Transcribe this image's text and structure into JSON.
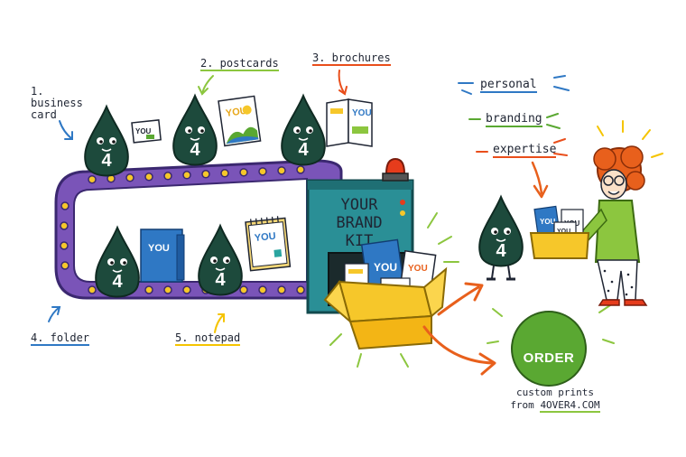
{
  "labels": {
    "business_card": "1. business card",
    "postcards": "2. postcards",
    "brochures": "3. brochures",
    "folder": "4. folder",
    "notepad": "5. notepad"
  },
  "machine": {
    "line1": "YOUR",
    "line2": "BRAND",
    "line3": "KIT"
  },
  "products": {
    "you_text": "YOU",
    "mascot_number": "4"
  },
  "words": {
    "personal": "personal",
    "branding": "branding",
    "expertise": "expertise"
  },
  "order": {
    "button_label": "ORDER",
    "line1": "custom prints",
    "line2_prefix": "from ",
    "url": "4OVER4.COM"
  },
  "colors": {
    "mascot": "#1d4a3c",
    "belt": "#7a54b8",
    "machine": "#2a8f96",
    "box": "#f6c72a",
    "order": "#5aa832",
    "arrow": "#e8601c"
  }
}
